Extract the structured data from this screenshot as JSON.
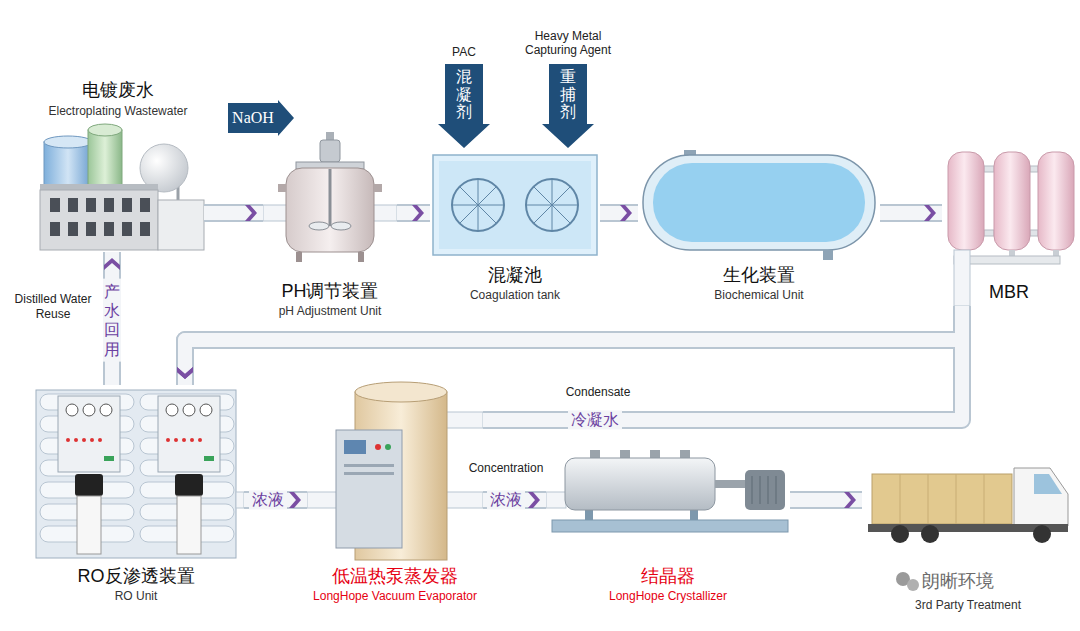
{
  "diagram": {
    "nodes": [
      {
        "text": [
          "电镀废水",
          "Electroplating Wastewater"
        ]
      },
      {
        "text": [
          "NaOH"
        ]
      },
      {
        "text": [
          "PH调节装置",
          "pH Adjustment Unit"
        ]
      },
      {
        "text": [
          "PAC",
          "混凝剂"
        ]
      },
      {
        "text": [
          "Heavy Metal Capturing Agent",
          "重捕剂"
        ]
      },
      {
        "text": [
          "混凝池",
          "Coagulation tank"
        ]
      },
      {
        "text": [
          "生化装置",
          "Biochemical Unit"
        ]
      },
      {
        "text": [
          "MBR"
        ]
      },
      {
        "text": [
          "RO反渗透装置",
          "RO Unit"
        ]
      },
      {
        "text": [
          "低温热泵蒸发器",
          "LongHope Vacuum Evaporator"
        ]
      },
      {
        "text": [
          "结晶器",
          "LongHope Crystallizer"
        ]
      },
      {
        "text": [
          "3rd Party Treatment"
        ]
      }
    ],
    "edges": [
      {
        "from": 0,
        "to": 2,
        "arrow": "to"
      },
      {
        "from": 2,
        "to": 5,
        "arrow": "to"
      },
      {
        "from": 5,
        "to": 6,
        "arrow": "to"
      },
      {
        "from": 6,
        "to": 7,
        "arrow": "to"
      },
      {
        "from": 7,
        "to": 8,
        "arrow": "to"
      },
      {
        "from": 8,
        "to": 0,
        "label": "产水回用",
        "arrow": "to"
      },
      {
        "from": 8,
        "to": 9,
        "label": "浓液",
        "arrow": "to"
      },
      {
        "from": 9,
        "to": 10,
        "label": "浓液",
        "arrow": "to"
      },
      {
        "from": 9,
        "to": 8,
        "label": "冷凝水",
        "arrow": "to"
      },
      {
        "from": 10,
        "to": 11,
        "arrow": "to"
      }
    ],
    "labels": [
      "Distilled Water Reuse",
      "Concentration",
      "Condensate",
      "朗晰环境"
    ]
  }
}
